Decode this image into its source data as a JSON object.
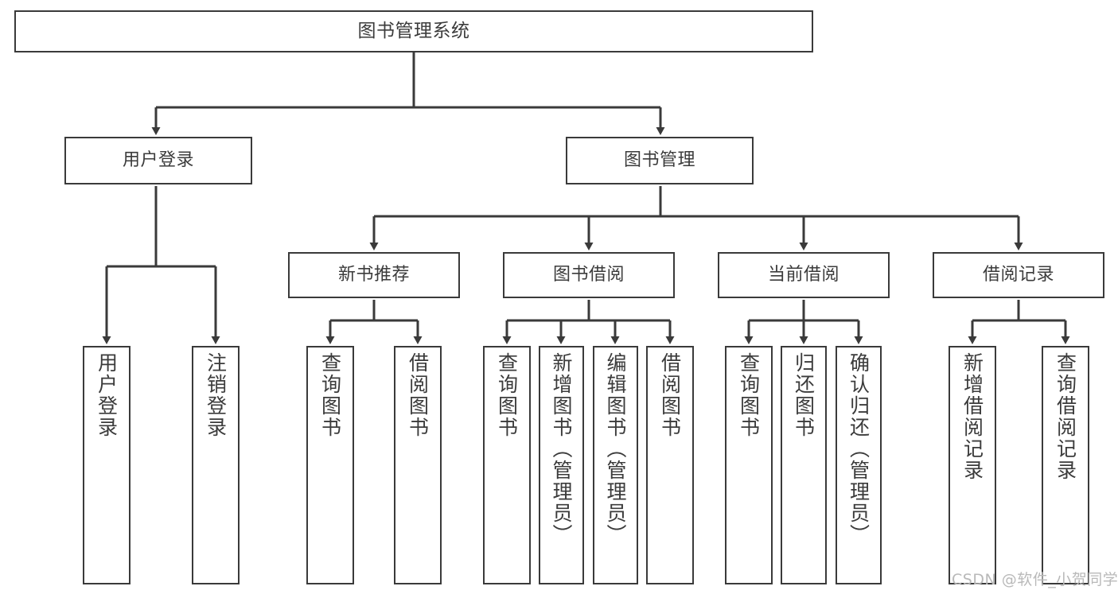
{
  "diagram": {
    "title": "图书管理系统",
    "watermark": "CSDN @软件_小贺同学",
    "style": {
      "border_color": "#3a3a3a",
      "text_color": "#3b3b3b",
      "background": "#ffffff",
      "watermark_color": "#b9b9b9"
    },
    "levels": {
      "root": {
        "label": "图书管理系统"
      },
      "level2": [
        {
          "label": "用户登录"
        },
        {
          "label": "图书管理"
        }
      ],
      "level3": [
        {
          "label": "新书推荐"
        },
        {
          "label": "图书借阅"
        },
        {
          "label": "当前借阅"
        },
        {
          "label": "借阅记录"
        }
      ],
      "leaves": [
        {
          "label": "用户登录",
          "parent": "用户登录"
        },
        {
          "label": "注销登录",
          "parent": "用户登录"
        },
        {
          "label": "查询图书",
          "parent": "新书推荐"
        },
        {
          "label": "借阅图书",
          "parent": "新书推荐"
        },
        {
          "label": "查询图书",
          "parent": "图书借阅"
        },
        {
          "label": "新增图书（管理员）",
          "parent": "图书借阅"
        },
        {
          "label": "编辑图书（管理员）",
          "parent": "图书借阅"
        },
        {
          "label": "借阅图书",
          "parent": "图书借阅"
        },
        {
          "label": "查询图书",
          "parent": "当前借阅"
        },
        {
          "label": "归还图书",
          "parent": "当前借阅"
        },
        {
          "label": "确认归还（管理员）",
          "parent": "当前借阅"
        },
        {
          "label": "新增借阅记录",
          "parent": "借阅记录"
        },
        {
          "label": "查询借阅记录",
          "parent": "借阅记录"
        }
      ]
    }
  }
}
